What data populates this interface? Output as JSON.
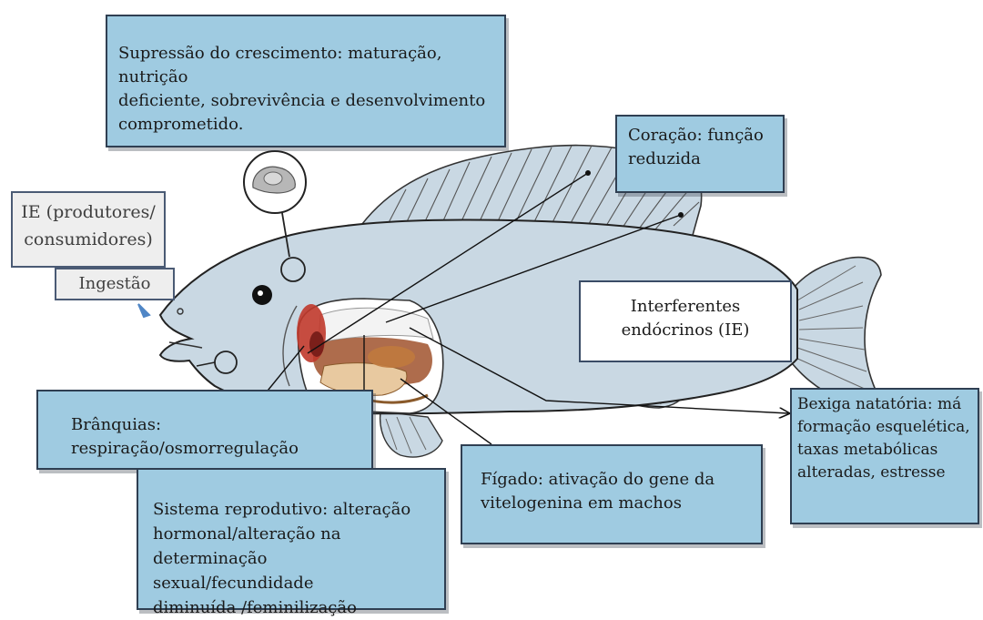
{
  "labels": {
    "suppression": "Supressão do crescimento: maturação, nutrição\ndeficiente, sobrevivência e desenvolvimento\ncomprometido.",
    "heart": "Coração: função\nreduzida",
    "ie_producers": "IE (produtores/\nconsumidores)",
    "ingestion": "Ingestão",
    "endocrine_disruptors": "Interferentes\nendócrinos (IE)",
    "gills": "Brânquias:\nrespiração/osmorregulação",
    "liver": "Fígado: ativação do gene da\nvitelogenina em machos",
    "swim_bladder": "Bexiga natatória: má\nformação esquelética,\ntaxas metabólicas\nalteradas, estresse",
    "reproductive": "Sistema reprodutivo: alteração\nhormonal/alteração na\ndeterminação sexual/fecundidade\ndiminuída /feminilização"
  },
  "colors": {
    "box_fill": "#9fcbe1",
    "box_border": "#2f3f52",
    "fish_body": "#c9d8e3",
    "fish_outline": "#222222",
    "gill_red": "#c0392b",
    "organ_brown": "#a0522d",
    "arrow_blue": "#4f86c6"
  }
}
